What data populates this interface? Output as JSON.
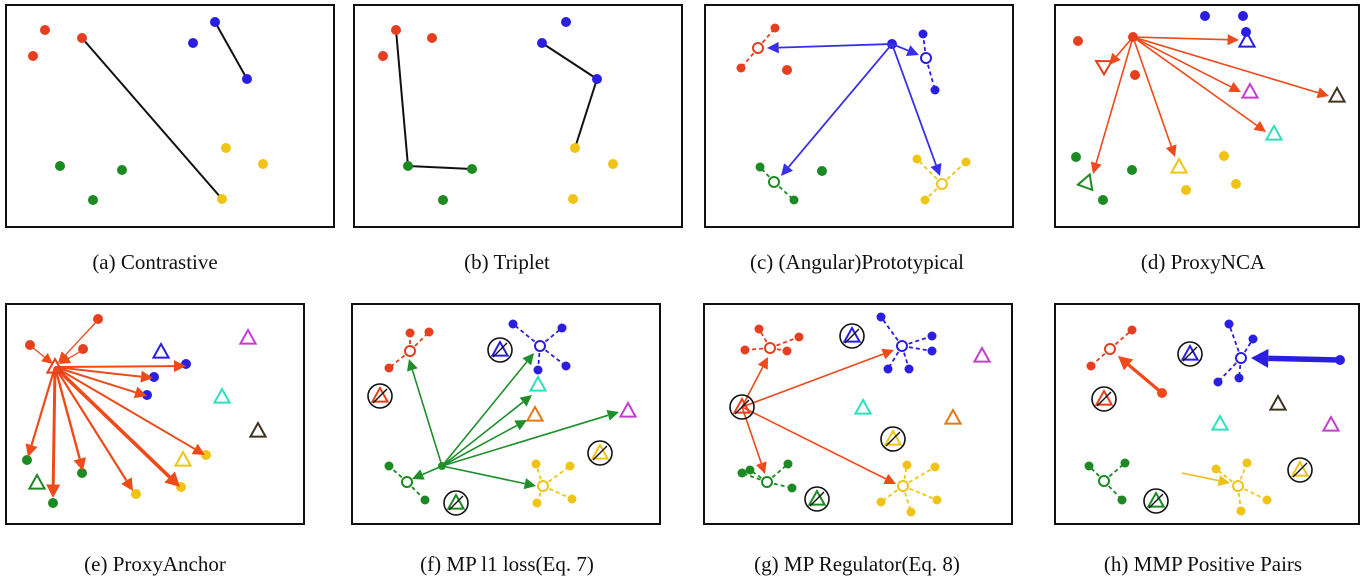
{
  "colors": {
    "red": "#e63f1f",
    "blue": "#2a1fe0",
    "green": "#1c8a23",
    "yellow": "#f0c417",
    "purple": "#c43dd1",
    "cyan": "#2ee0bf",
    "orange": "#e07a17",
    "brown": "#3d3321",
    "black": "#111111",
    "edge_blue": "#3a2fe8",
    "edge_red": "#ee4a1a",
    "edge_green": "#1f8f2b",
    "edge_yellow": "#efbf16"
  },
  "captions": {
    "a": "(a) Contrastive",
    "b": "(b) Triplet",
    "c": "(c) (Angular)Prototypical",
    "d": "(d) ProxyNCA",
    "e": "(e) ProxyAnchor",
    "f": "(f) MP l1 loss(Eq. 7)",
    "g": "(g) MP Regulator(Eq. 8)",
    "h": "(h) MMP Positive Pairs"
  }
}
